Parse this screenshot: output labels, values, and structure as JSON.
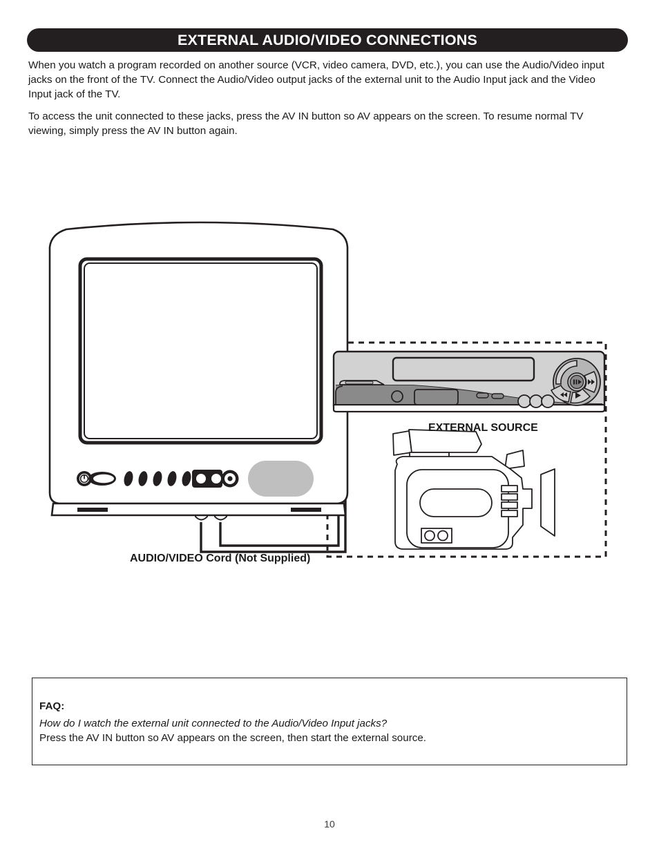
{
  "header": {
    "title": "EXTERNAL AUDIO/VIDEO CONNECTIONS",
    "background_color": "#231f20",
    "text_color": "#ffffff"
  },
  "intro": {
    "paragraph_1": "When you watch a program recorded on another source (VCR, video camera, DVD, etc.), you can use the Audio/Video input jacks on the front of the TV. Connect the Audio/Video output jacks of the external unit to the Audio Input jack and the Video Input jack of the TV.",
    "paragraph_2": "To access the unit connected to these jacks, press the AV IN button so AV appears on the screen. To resume normal TV viewing, simply press the AV IN button again."
  },
  "diagram": {
    "external_source_label": "EXTERNAL SOURCE",
    "av_cord_label": "AUDIO/VIDEO Cord (Not Supplied)",
    "tv": {
      "name": "television-set",
      "jacks": [
        "audio-input-jack-left",
        "audio-input-jack-right",
        "video-input-jack"
      ],
      "controls": [
        "power-button",
        "control-hole-1",
        "control-hole-2",
        "control-hole-3",
        "control-hole-4",
        "control-hole-5"
      ],
      "speaker_color": "#bfbfbf"
    },
    "vcr": {
      "name": "vcr-deck",
      "face_color": "#d2d2d2",
      "lower_panel_color": "#8a8a8a",
      "jog_dial_color": "#b5b5b5",
      "buttons": [
        "play-pause",
        "fast-forward",
        "play",
        "rewind"
      ]
    },
    "camcorder": {
      "name": "video-camcorder"
    },
    "dashed_box_color": "#231f20"
  },
  "faq": {
    "heading": "FAQ:",
    "question": "How do I watch the external unit connected to the Audio/Video Input jacks?",
    "answer": "Press the AV IN button so AV appears on the screen, then start the external source."
  },
  "footer": {
    "page_number": "10"
  }
}
